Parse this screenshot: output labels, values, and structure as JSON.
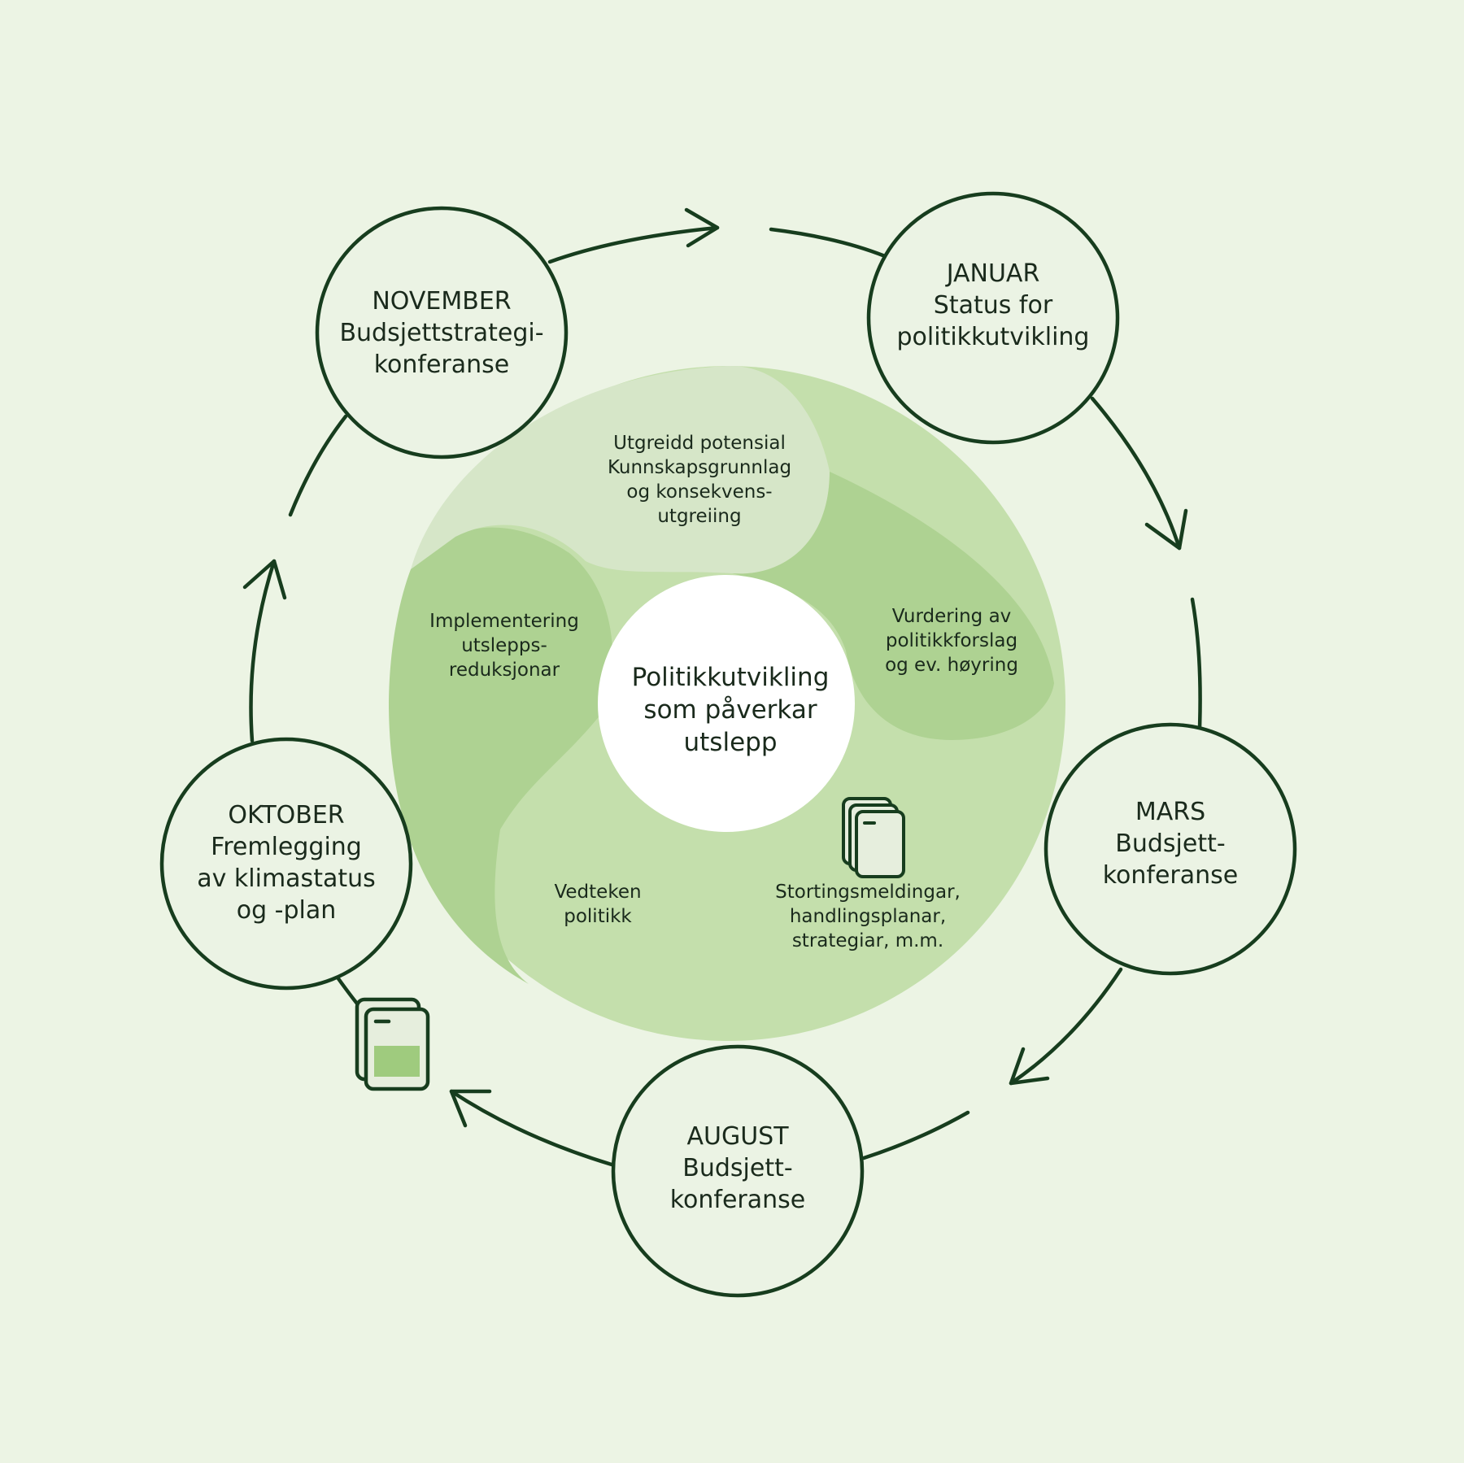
{
  "center": {
    "lines": [
      "Politikkutvikling",
      "som påverkar",
      "utslepp"
    ]
  },
  "months": [
    {
      "id": "januar",
      "lines": [
        "JANUAR",
        "Status for",
        "politikkutvikling"
      ]
    },
    {
      "id": "mars",
      "lines": [
        "MARS",
        "Budsjett-",
        "konferanse"
      ]
    },
    {
      "id": "august",
      "lines": [
        "AUGUST",
        "Budsjett-",
        "konferanse"
      ]
    },
    {
      "id": "oktober",
      "lines": [
        "OKTOBER",
        "Fremlegging",
        "av klimastatus",
        "og -plan"
      ]
    },
    {
      "id": "november",
      "lines": [
        "NOVEMBER",
        "Budsjettstrategi-",
        "konferanse"
      ]
    }
  ],
  "segments": [
    {
      "id": "utgreidd",
      "lines": [
        "Utgreidd potensial",
        "Kunnskapsgrunnlag",
        "og konsekvens-",
        "utgreiing"
      ]
    },
    {
      "id": "vurdering",
      "lines": [
        "Vurdering av",
        "politikkforslag",
        "og ev. høyring"
      ]
    },
    {
      "id": "stortingsmeld",
      "lines": [
        "Stortingsmeldingar,",
        "handlingsplanar,",
        "strategiar, m.m."
      ]
    },
    {
      "id": "vedteken",
      "lines": [
        "Vedteken",
        "politikk"
      ]
    },
    {
      "id": "implementering",
      "lines": [
        "Implementering",
        "utslepps-",
        "reduksjonar"
      ]
    }
  ],
  "icons": [
    "document-stack-icon",
    "document-stack-icon"
  ],
  "colors": {
    "background": "#ecf4e4",
    "outline": "#173d1e",
    "segment_light": "#d6e6c8",
    "segment_medium": "#aed292",
    "segment_pale": "#c4dfac",
    "center_fill": "#ffffff"
  }
}
